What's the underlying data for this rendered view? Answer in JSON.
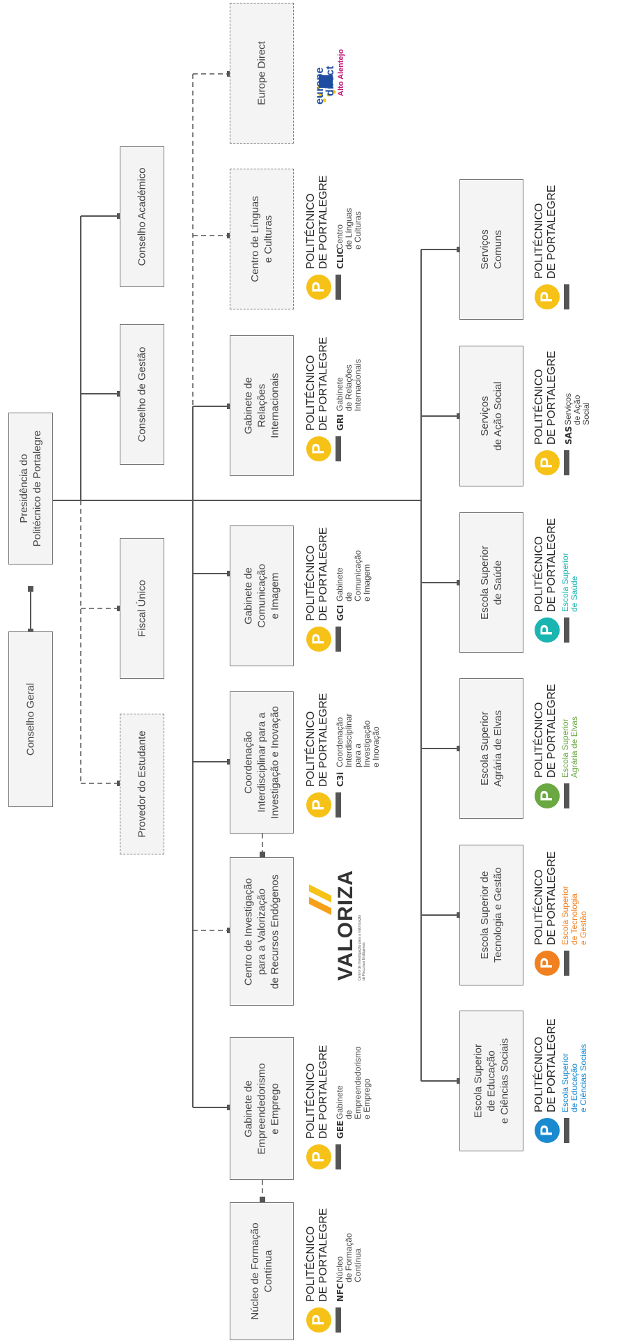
{
  "colors": {
    "line": "#555555",
    "box_fill": "#f4f4f4",
    "box_border": "#777777",
    "brand_yellow": "#f6c218",
    "saude": "#1ab5b0",
    "elvas": "#6aa842",
    "gestao": "#f08020",
    "educacao": "#1a8ad0",
    "logo_bar": "#555555"
  },
  "boxes": {
    "conselho_geral": "Conselho  Geral",
    "presidencia": "Presidência do\nPolitécnico de Portalegre",
    "provedor": "Provedor do Estudante",
    "fiscal": "Fiscal Único",
    "gestao": "Conselho de Gestão",
    "academico": "Conselho Académico",
    "nfc": "Núcleo de Formação\nContínua",
    "gee": "Gabinete de\nEmpreendedorismo\ne Emprego",
    "valoriza": "Centro de Investigação\npara a Valorização\nde Recursos Endógenos",
    "c3i": "Coordenação\nInterdisciplinar para a\nInvestigação e Inovação",
    "gci": "Gabinete de\nComunicação\ne Imagem",
    "gri": "Gabinete de\nRelações\nInternacionais",
    "clic": "Centro de Línguas\ne Culturas",
    "europe": "Europe Direct",
    "ese": "Escola Superior\nde Educação\ne Ciências Sociais",
    "estg": "Escola Superior de\nTecnologia e Gestão",
    "esae": "Escola Superior\nAgrária de Elvas",
    "ess": "Escola Superior\nde Saúde",
    "sas": "Serviços\nde Ação Social",
    "sc": "Serviços\nComuns"
  },
  "brand": {
    "line1": "POLITÉCNICO",
    "line2": "DE PORTALEGRE",
    "p": "P"
  },
  "logos": {
    "nfc": {
      "abbr": "NFC",
      "desc": "Núcleo\nde Formação\nContínua"
    },
    "gee": {
      "abbr": "GEE",
      "desc": "Gabinete\nde Empreendedorismo\ne Emprego"
    },
    "c3i": {
      "abbr": "C3i",
      "desc": "Coordenação\nInterdisciplinar\npara a Investigação\ne Inovação"
    },
    "gci": {
      "abbr": "GCI",
      "desc": "Gabinete\nde Comunicação\ne Imagem"
    },
    "gri": {
      "abbr": "GRI",
      "desc": "Gabinete\nde Relações\nInternacionais"
    },
    "clic": {
      "abbr": "CLIC",
      "desc": "Centro\nde Línguas\ne Culturas"
    },
    "sas": {
      "abbr": "SAS",
      "desc": "Serviços\nde Ação\nSocial"
    },
    "ese": {
      "school": "Escola Superior\nde Educação\ne Ciências Sociais"
    },
    "estg": {
      "school": "Escola Superior\nde Tecnologia\ne Gestão"
    },
    "esae": {
      "school": "Escola Superior\nAgrária de Elvas"
    },
    "ess": {
      "school": "Escola Superior\nde Saúde"
    }
  },
  "valoriza": {
    "name": "VALORIZA",
    "tagline": "Centro de Investigação para a Valorização\nde Recursos Endógenos"
  },
  "europe_direct": {
    "line1": "europe",
    "line2": "direct",
    "line3": "Alto Alentejo"
  }
}
